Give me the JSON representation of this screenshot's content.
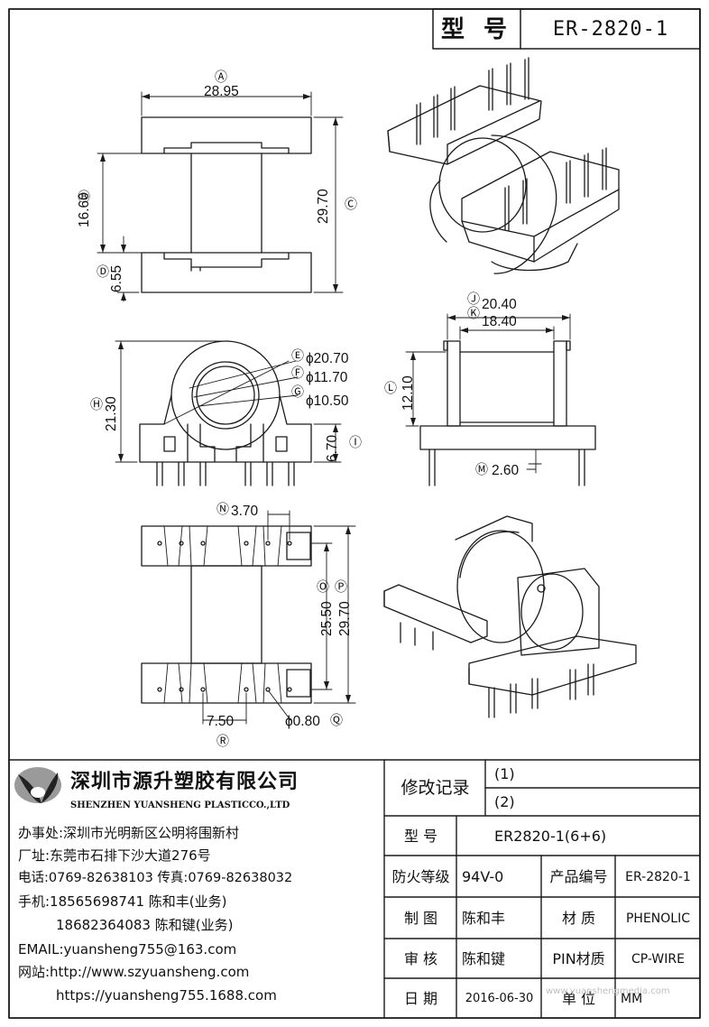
{
  "header": {
    "type_label": "型 号",
    "model": "ER-2820-1"
  },
  "top_view": {
    "A": "Ⓐ",
    "A_val": "28.95",
    "B": "Ⓑ",
    "B_val": "16.60",
    "C": "Ⓒ",
    "C_val": "29.70",
    "D": "Ⓓ",
    "D_val": "6.55"
  },
  "front_view": {
    "E": "Ⓔ",
    "E_val": "ϕ20.70",
    "F": "Ⓕ",
    "F_val": "ϕ11.70",
    "G": "Ⓖ",
    "G_val": "ϕ10.50",
    "H": "Ⓗ",
    "H_val": "21.30",
    "I": "Ⓘ",
    "I_val": "6.70"
  },
  "side_view": {
    "J": "Ⓙ",
    "J_val": "20.40",
    "K": "Ⓚ",
    "K_val": "18.40",
    "L": "Ⓛ",
    "L_val": "12.10",
    "M": "Ⓜ",
    "M_val": "2.60"
  },
  "bottom_view": {
    "N": "Ⓝ",
    "N_val": "3.70",
    "O": "Ⓞ",
    "O_val": "25.50",
    "P": "Ⓟ",
    "P_val": "29.70",
    "Q": "Ⓠ",
    "Q_val": "ϕ0.80",
    "R": "Ⓡ",
    "R_val": "7.50"
  },
  "company": {
    "name_cn": "深圳市源升塑胶有限公司",
    "name_en": "SHENZHEN YUANSHENG PLASTICCO.,LTD",
    "office": "办事处:深圳市光明新区公明将围新村",
    "factory": "厂址:东莞市石排下沙大道276号",
    "phone": "电话:0769-82638103 传真:0769-82638032",
    "mobile1": "手机:18565698741 陈和丰(业务)",
    "mobile2": "18682364083 陈和键(业务)",
    "email": "EMAIL:yuansheng755@163.com",
    "website_label": "网站:http://www.szyuansheng.com",
    "website2": "https://yuansheng755.1688.com"
  },
  "title_block": {
    "revision_label": "修改记录",
    "rev1": "(1)",
    "rev2": "(2)",
    "model_label": "型 号",
    "model_value": "ER2820-1(6+6)",
    "flame_label": "防火等级",
    "flame_value": "94V-0",
    "product_no_label": "产品编号",
    "product_no_value": "ER-2820-1",
    "drawn_label": "制 图",
    "drawn_value": "陈和丰",
    "material_label": "材 质",
    "material_value": "PHENOLIC",
    "checked_label": "审 核",
    "checked_value": "陈和键",
    "pin_material_label": "PIN材质",
    "pin_material_value": "CP-WIRE",
    "date_label": "日 期",
    "date_value": "2016-06-30",
    "unit_label": "单 位",
    "unit_value": "MM"
  },
  "watermark": "www.yuanshengmedia.com",
  "colors": {
    "line": "#1a1a1a",
    "paper": "#ffffff",
    "watermark": "#bfbfbf",
    "logo_dark": "#222222",
    "logo_light": "#9a9a9a"
  }
}
